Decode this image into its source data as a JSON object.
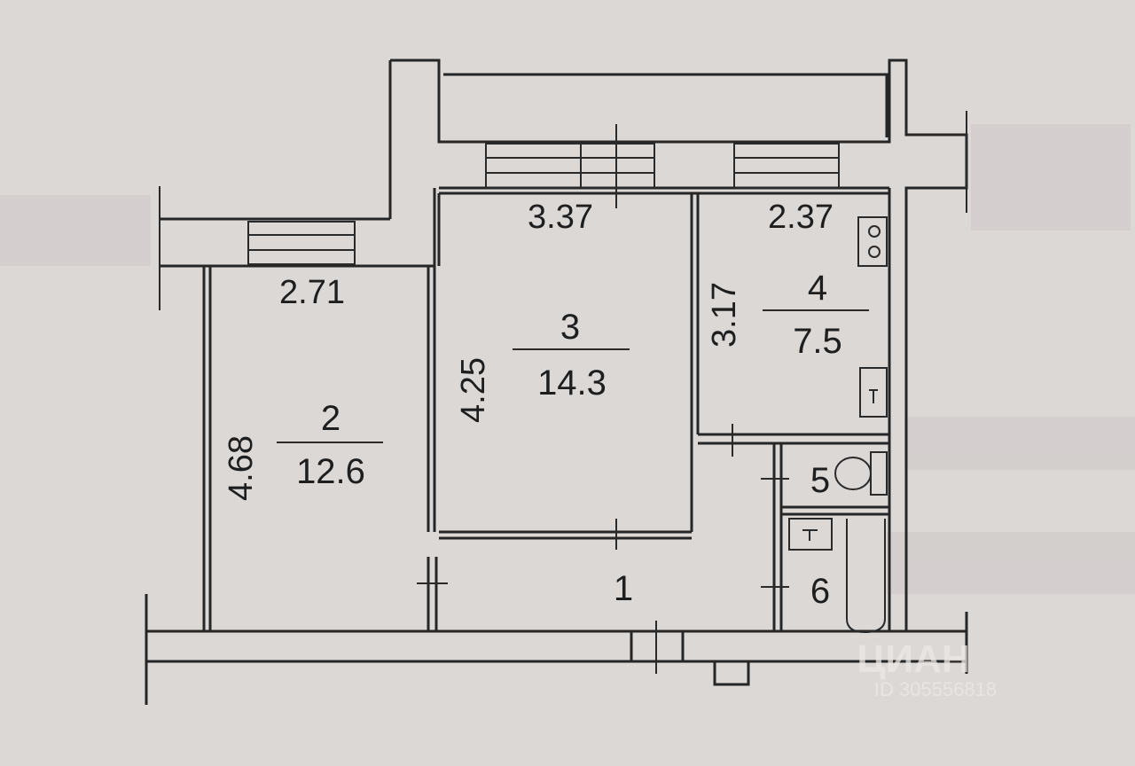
{
  "rooms": [
    {
      "id": "1",
      "number": "1"
    },
    {
      "id": "2",
      "number": "2",
      "area": "12.6",
      "width": "2.71",
      "length": "4.68"
    },
    {
      "id": "3",
      "number": "3",
      "area": "14.3",
      "width": "3.37",
      "length": "4.25"
    },
    {
      "id": "4",
      "number": "4",
      "area": "7.5",
      "width": "2.37",
      "length": "3.17"
    },
    {
      "id": "5",
      "number": "5"
    },
    {
      "id": "6",
      "number": "6"
    }
  ],
  "watermark": {
    "brand": "ЦИАН",
    "id_text": "ID 305556818"
  },
  "colors": {
    "paper": "#dcd8d6",
    "ink": "#262626"
  }
}
